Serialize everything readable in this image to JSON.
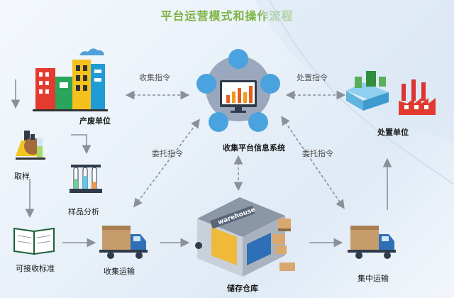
{
  "title": "平台运营模式和操作流程",
  "center": {
    "label": "收集平台信息系统"
  },
  "nodes": {
    "producer": "产废单位",
    "disposal": "处置单位",
    "sampling": "取样",
    "analysis": "样品分析",
    "acceptance": "可接收标准",
    "collect_transport": "收集运输",
    "storage": "储存仓库",
    "central_transport": "集中运输"
  },
  "commands": {
    "collect": "收集指令",
    "dispose": "处置指令",
    "entrust_left": "委托指令",
    "entrust_right": "委托指令"
  },
  "warehouse_sign": "warehouse",
  "colors": {
    "title": "#7cb342",
    "hub": "#9aa7bc",
    "hub_node": "#4aa3df",
    "truck": "#2e6fb7",
    "box": "#c69c6d",
    "arrow": "#8a8f98"
  }
}
